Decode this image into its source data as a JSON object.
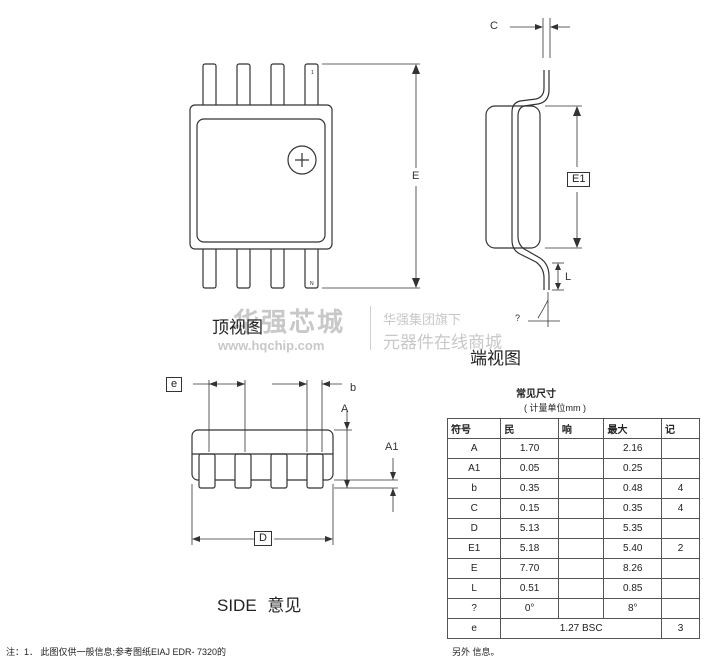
{
  "labels": {
    "c": "C",
    "e_upper": "E",
    "e1": "E1",
    "l": "L",
    "theta": "?",
    "e_lower": "e",
    "b": "b",
    "a": "A",
    "a1": "A1",
    "d": "D"
  },
  "titles": {
    "top_view": "顶视图",
    "end_view": "端视图",
    "side_view_en": "SIDE",
    "side_view_cn": "意见"
  },
  "pin_marks": {
    "first": "1",
    "last": "N"
  },
  "watermark": {
    "brand": "华强芯城",
    "url": "www.hqchip.com",
    "line1": "华强集团旗下",
    "line2": "元器件在线商城"
  },
  "table": {
    "title": "常见尺寸",
    "unit": "( 计量单位mm )",
    "headers": [
      "符号",
      "民",
      "响",
      "最大",
      "记"
    ],
    "rows": [
      [
        "A",
        "1.70",
        "",
        "2.16",
        ""
      ],
      [
        "A1",
        "0.05",
        "",
        "0.25",
        ""
      ],
      [
        "b",
        "0.35",
        "",
        "0.48",
        "4"
      ],
      [
        "C",
        "0.15",
        "",
        "0.35",
        "4"
      ],
      [
        "D",
        "5.13",
        "",
        "5.35",
        ""
      ],
      [
        "E1",
        "5.18",
        "",
        "5.40",
        "2"
      ],
      [
        "E",
        "7.70",
        "",
        "8.26",
        ""
      ],
      [
        "L",
        "0.51",
        "",
        "0.85",
        ""
      ],
      [
        "?",
        "0°",
        "",
        "8°",
        ""
      ],
      [
        "e",
        "1.27 BSC",
        "3"
      ]
    ]
  },
  "notes": {
    "note1": "注：1．    此图仅供一般信息;参考图纸EIAJ EDR- 7320的",
    "note2": "另外            信息。"
  }
}
